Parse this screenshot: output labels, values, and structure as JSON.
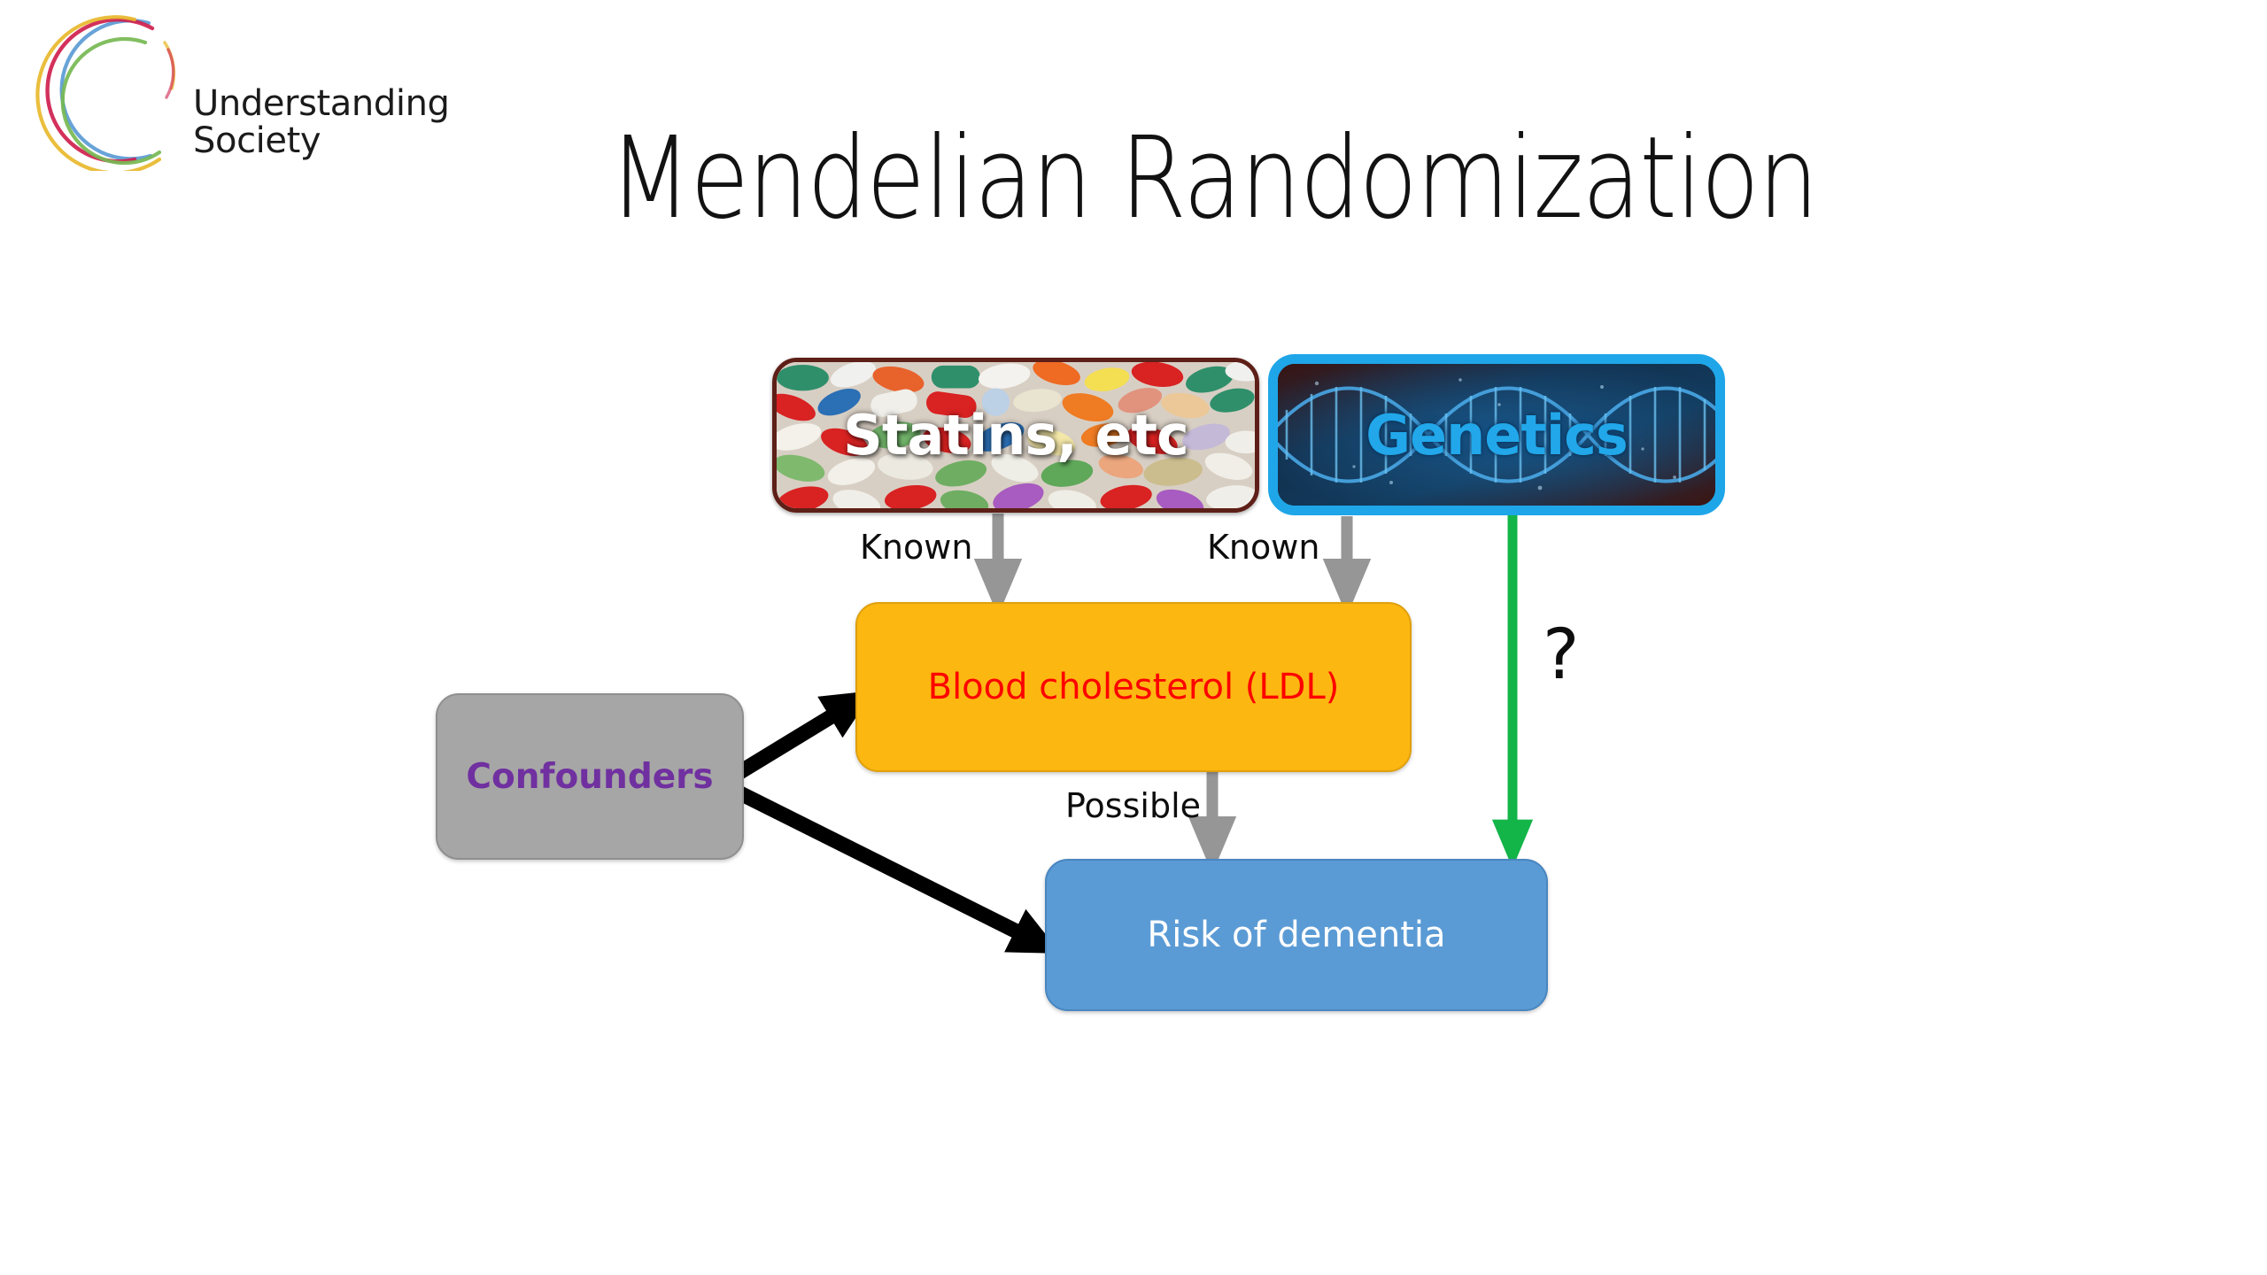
{
  "slide": {
    "background_color": "#ffffff",
    "title": "Mendelian Randomization"
  },
  "logo": {
    "line1": "Understanding",
    "line2": "Society",
    "arc_colors": [
      "#e8b92d",
      "#5b9bd5",
      "#76b852",
      "#cf1f4e"
    ]
  },
  "diagram": {
    "type": "directed-acyclic-graph",
    "nodes": [
      {
        "id": "statins",
        "label": "Statins, etc",
        "style": "photo-pills",
        "text_color": "#ffffff",
        "border_color": "#5d1f17"
      },
      {
        "id": "genetics",
        "label": "Genetics",
        "style": "photo-dna",
        "text_color": "#21a7ea",
        "border_color": "#1fa6e8"
      },
      {
        "id": "cholesterol",
        "label": "Blood cholesterol (LDL)",
        "style": "solid",
        "fill_color": "#fcb711",
        "text_color": "#fe0000"
      },
      {
        "id": "confounders",
        "label": "Confounders",
        "style": "solid",
        "fill_color": "#a6a6a6",
        "text_color": "#7030a0"
      },
      {
        "id": "dementia",
        "label": "Risk of dementia",
        "style": "solid",
        "fill_color": "#5b9bd5",
        "text_color": "#ffffff"
      }
    ],
    "edges": [
      {
        "id": "statins-to-cholesterol",
        "from": "statins",
        "to": "cholesterol",
        "label": "Known",
        "color": "#969696"
      },
      {
        "id": "genetics-to-cholesterol",
        "from": "genetics",
        "to": "cholesterol",
        "label": "Known",
        "color": "#969696"
      },
      {
        "id": "cholesterol-to-dementia",
        "from": "cholesterol",
        "to": "dementia",
        "label": "Possible",
        "color": "#969696"
      },
      {
        "id": "genetics-to-dementia",
        "from": "genetics",
        "to": "dementia",
        "label": "?",
        "color": "#13b549"
      },
      {
        "id": "confounders-to-cholesterol",
        "from": "confounders",
        "to": "cholesterol",
        "label": "",
        "color": "#000000"
      },
      {
        "id": "confounders-to-dementia",
        "from": "confounders",
        "to": "dementia",
        "label": "",
        "color": "#000000"
      }
    ]
  }
}
